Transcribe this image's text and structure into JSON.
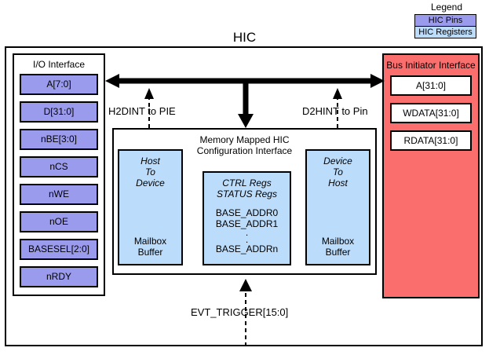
{
  "legend": {
    "title": "Legend",
    "items": [
      {
        "label": "HIC Pins",
        "color": "#9b9bee"
      },
      {
        "label": "HIC Registers",
        "color": "#bcdcfb"
      }
    ]
  },
  "diagram": {
    "title": "HIC"
  },
  "io_interface": {
    "title": "I/O Interface",
    "pins": [
      "A[7:0]",
      "D[31:0]",
      "nBE[3:0]",
      "nCS",
      "nWE",
      "nOE",
      "BASESEL[2:0]",
      "nRDY"
    ]
  },
  "bus_initiator_interface": {
    "title": "Bus Initiator Interface",
    "registers": [
      "A[31:0]",
      "WDATA[31:0]",
      "RDATA[31:0]"
    ]
  },
  "memory_mapped_interface": {
    "title_line1": "Memory Mapped HIC",
    "title_line2": "Configuration Interface",
    "host_to_device": {
      "head_line1": "Host",
      "head_line2": "To",
      "head_line3": "Device",
      "foot_line1": "Mailbox",
      "foot_line2": "Buffer"
    },
    "ctrl_regs": {
      "head_line1": "CTRL Regs",
      "head_line2": "STATUS Regs",
      "entry1": "BASE_ADDR0",
      "entry2": "BASE_ADDR1",
      "ellipsis1": ".",
      "ellipsis2": ".",
      "entry_last": "BASE_ADDRn"
    },
    "device_to_host": {
      "head_line1": "Device",
      "head_line2": "To",
      "head_line3": "Host",
      "foot_line1": "Mailbox",
      "foot_line2": "Buffer"
    }
  },
  "signals": {
    "h2dint": "H2DINT to PIE",
    "d2hint": "D2HINT to Pin",
    "evt_trigger": "EVT_TRIGGER[15:0]"
  },
  "colors": {
    "pin_fill": "#9b9bee",
    "register_fill": "#bcdcfb",
    "bus_interface_fill": "#fa6e6e",
    "outline": "#000000"
  }
}
